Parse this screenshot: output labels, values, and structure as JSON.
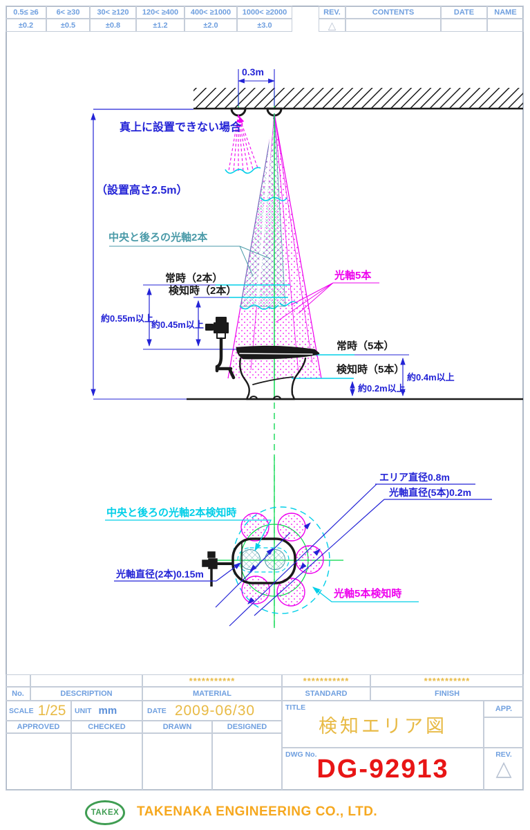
{
  "tolerance_table": {
    "rows": [
      [
        "0.5≤ ≥6",
        "6< ≥30",
        "30< ≥120",
        "120< ≥400",
        "400< ≥1000",
        "1000< ≥2000"
      ],
      [
        "±0.2",
        "±0.5",
        "±0.8",
        "±1.2",
        "±2.0",
        "±3.0"
      ]
    ]
  },
  "rev_table": {
    "headers": [
      "REV.",
      "CONTENTS",
      "DATE",
      "NAME"
    ],
    "rev_symbol": "△"
  },
  "side_view": {
    "offset_dim": "0.3m",
    "note": "真上に設置できない場合",
    "mount_height": "（設置高さ2.5m）",
    "center_rear_beams": "中央と後ろの光軸2本",
    "normal_2": "常時（2本）",
    "detect_2": "検知時（2本）",
    "beams_5": "光軸5本",
    "dim_055": "約0.55m以上",
    "dim_045": "約0.45m以上",
    "normal_5": "常時（5本）",
    "detect_5": "検知時（5本）",
    "dim_04": "約0.4m以上",
    "dim_02": "約0.2m以上"
  },
  "top_view": {
    "area_dia": "エリア直径0.8m",
    "axis5_dia": "光軸直径(5本)0.2m",
    "axis2_dia": "光軸直径(2本)0.15m",
    "center_rear_detect": "中央と後ろの光軸2本検知時",
    "five_beam_detect": "光軸5本検知時"
  },
  "title_block": {
    "no_label": "No.",
    "description_label": "DESCRIPTION",
    "material_label": "MATERIAL",
    "standard_label": "STANDARD",
    "finish_label": "FINISH",
    "material_value": "***********",
    "standard_value": "***********",
    "finish_value": "***********",
    "scale_label": "SCALE",
    "scale_value": "1/25",
    "unit_label": "UNIT",
    "unit_value": "mm",
    "date_label": "DATE",
    "date_value": "2009-06/30",
    "approved_label": "APPROVED",
    "checked_label": "CHECKED",
    "drawn_label": "DRAWN",
    "designed_label": "DESIGNED",
    "title_label": "TITLE",
    "title_value": "検知エリア図",
    "app_label": "APP.",
    "dwg_label": "DWG No.",
    "dwg_value": "DG-92913",
    "rev_label": "REV.",
    "rev_symbol": "△"
  },
  "footer": {
    "logo": "TAKEX",
    "company": "TAKENAKA ENGINEERING CO., LTD."
  },
  "colors": {
    "blue": "#2323d6",
    "light_blue": "#6f9fdf",
    "cyan": "#00cfe8",
    "teal": "#4a9aa8",
    "magenta": "#ee00ee",
    "green": "#00d648",
    "yellow": "#e8ba45",
    "red": "#e81515",
    "orange": "#f6a81f",
    "logo_green": "#3f9d52"
  }
}
